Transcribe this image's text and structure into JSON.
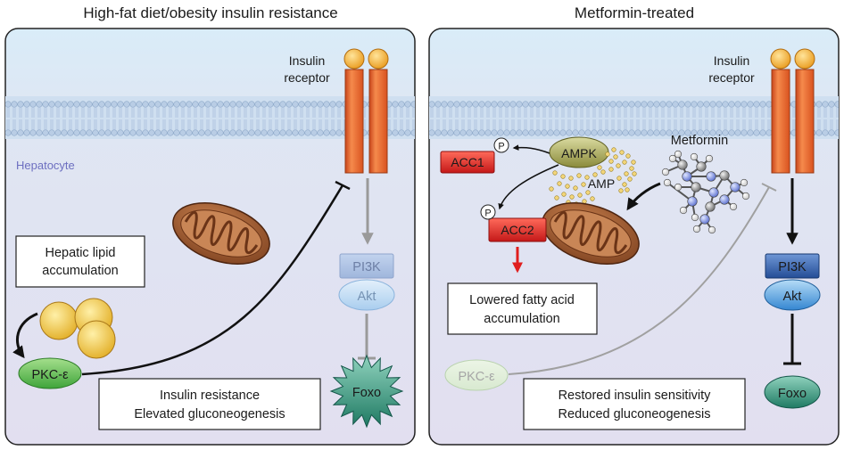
{
  "left_panel": {
    "title": "High-fat diet/obesity insulin resistance",
    "receptor_label_line1": "Insulin",
    "receptor_label_line2": "receptor",
    "cell_label": "Hepatocyte",
    "lipid_box_line1": "Hepatic lipid",
    "lipid_box_line2": "accumulation",
    "pkc_label": "PKC-ε",
    "pi3k_label": "PI3K",
    "akt_label": "Akt",
    "foxo_label": "Foxo",
    "outcome_line1": "Insulin resistance",
    "outcome_line2": "Elevated gluconeogenesis"
  },
  "right_panel": {
    "title": "Metformin-treated",
    "receptor_label_line1": "Insulin",
    "receptor_label_line2": "receptor",
    "ampk_label": "AMPK",
    "amp_label": "AMP",
    "acc1_label": "ACC1",
    "acc2_label": "ACC2",
    "phospho_label": "P",
    "metformin_label": "Metformin",
    "fatty_acid_box_line1": "Lowered fatty acid",
    "fatty_acid_box_line2": "accumulation",
    "pkc_label": "PKC-ε",
    "pi3k_label": "PI3K",
    "akt_label": "Akt",
    "foxo_label": "Foxo",
    "outcome_line1": "Restored insulin sensitivity",
    "outcome_line2": "Reduced gluconeogenesis"
  },
  "colors": {
    "panel_fill": "#e4e2f0",
    "membrane_band": "#c9dcef",
    "receptor": "#e8672a",
    "receptor_cap": "#f4b233",
    "pi3k_active": "#2f5fa8",
    "akt_active": "#4f97d8",
    "foxo_active": "#2a8c73",
    "pkc": "#4fb548",
    "acc": "#de2a2a",
    "ampk": "#8a8a3a",
    "lipid_droplet": "#f0c43c",
    "mitochondria": "#8b4a26",
    "red_arrow": "#e01e1e"
  },
  "icons": [
    "insulin-receptor-icon",
    "mitochondrion-icon",
    "lipid-droplet-icon",
    "metformin-molecule-icon",
    "phosphate-icon"
  ]
}
